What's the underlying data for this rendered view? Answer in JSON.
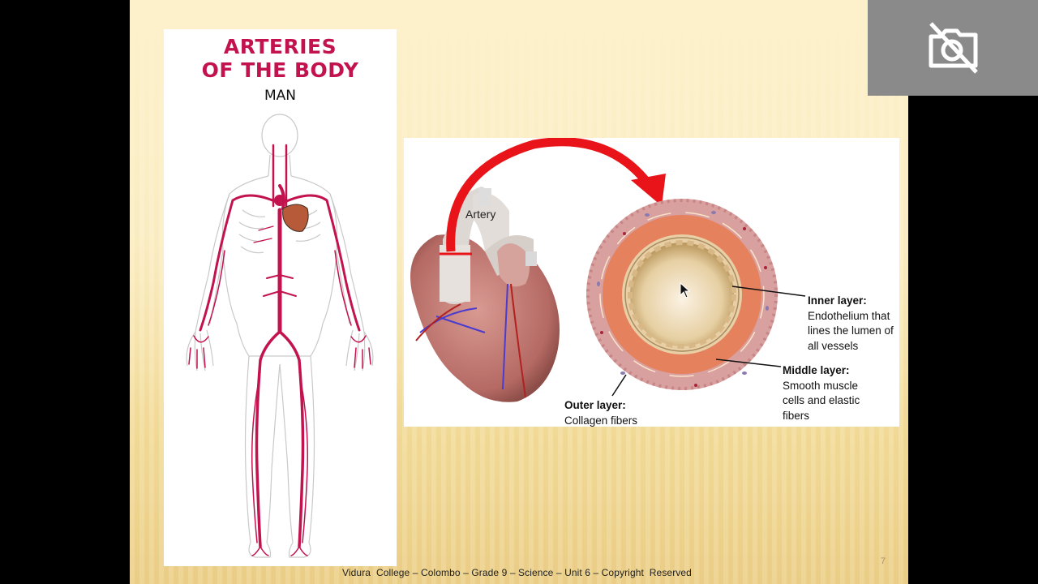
{
  "slide": {
    "left_image": {
      "title_line1": "ARTERIES",
      "title_line2": "OF THE BODY",
      "subtitle": "MAN"
    },
    "right_image": {
      "artery_label": "Artery",
      "inner_layer": {
        "title": "Inner layer:",
        "lines": [
          "Endothelium that",
          "lines the lumen of",
          "all vessels"
        ]
      },
      "middle_layer": {
        "title": "Middle layer:",
        "lines": [
          "Smooth muscle",
          "cells and elastic",
          "fibers"
        ]
      },
      "outer_layer": {
        "title": "Outer layer:",
        "lines": [
          "Collagen fibers"
        ]
      }
    },
    "footer": "Vidura  College – Colombo – Grade 9 – Science – Unit 6 – Copyright  Reserved",
    "page_number": "7",
    "toolbar_icons": [
      "previous-icon",
      "pointer-icon",
      "pen-icon",
      "slides-grid-icon",
      "zoom-icon",
      "more-icon"
    ]
  },
  "camera_overlay": {
    "icon": "camera-off-icon",
    "background": "#8a8a8a"
  },
  "colors": {
    "artery_red": "#c2134e",
    "arrow_red": "#e8141a",
    "slide_bg": "#fbedc2"
  }
}
